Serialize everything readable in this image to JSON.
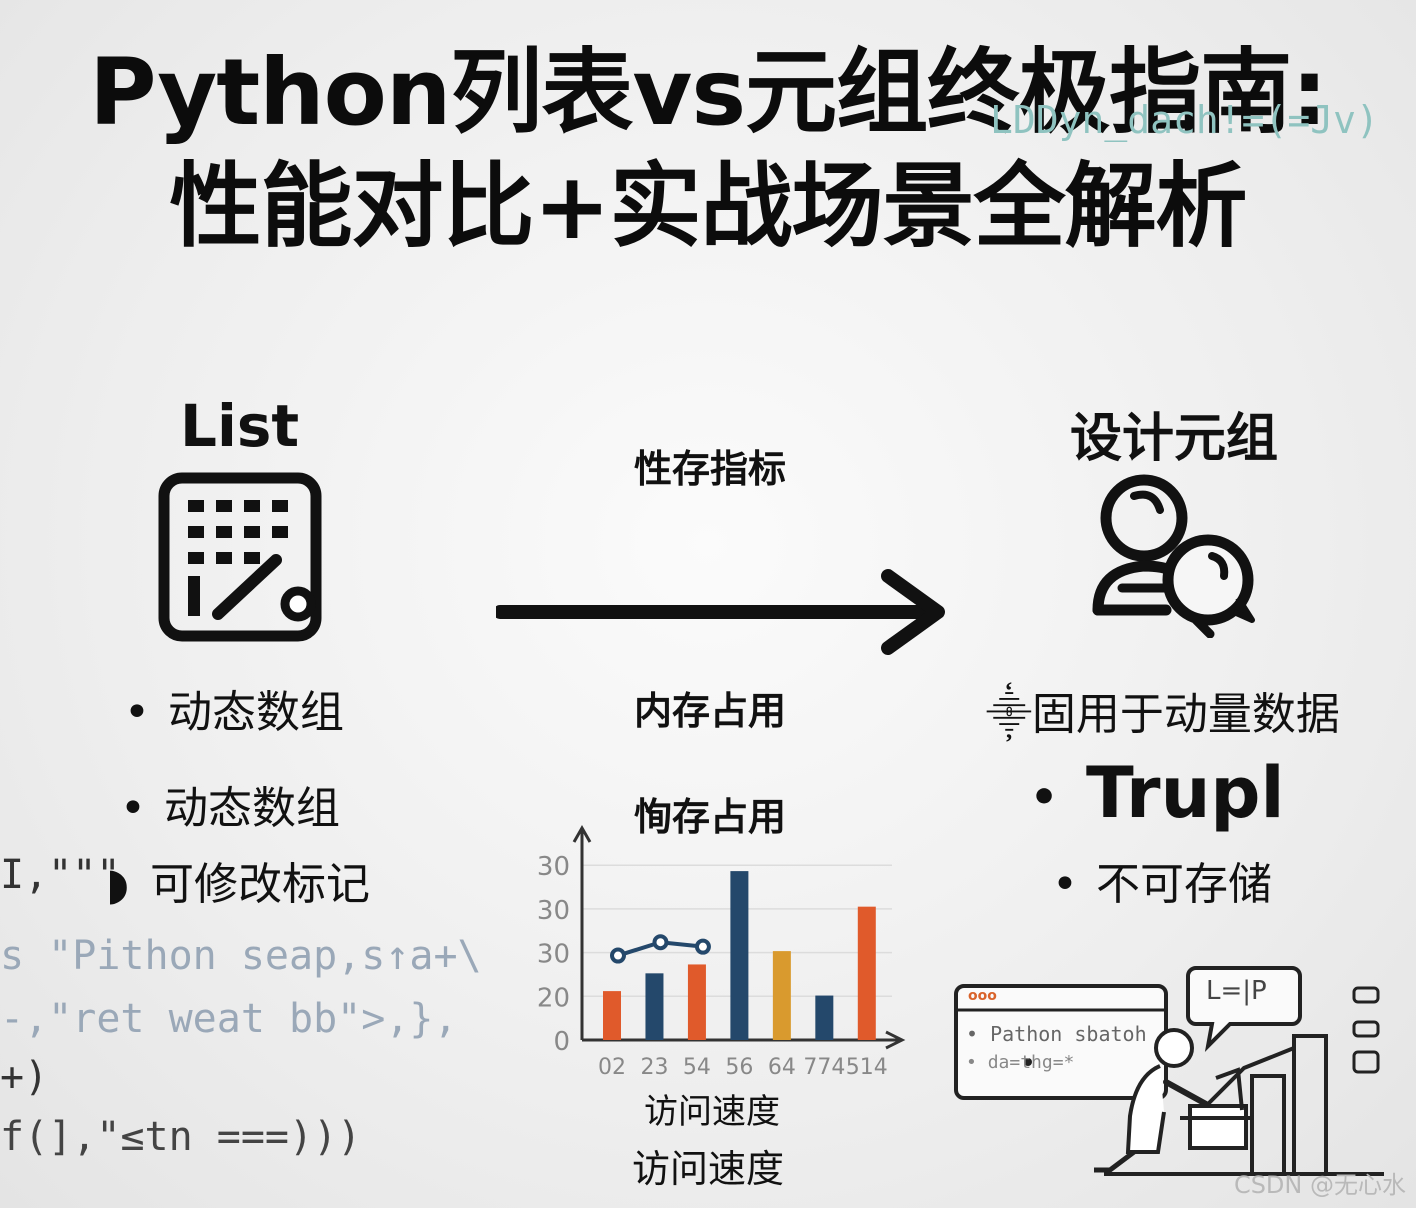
{
  "title": {
    "line1": "Python列表vs元组终极指南:",
    "line2": "性能对比+实战场景全解析"
  },
  "background_code": {
    "top_right": "LDDyn_dach!=(=Jv)",
    "lines": [
      "I,\"\"\"",
      "s \"Pithon seap,s↑a+\\",
      "-,\"ret weat bb\">,},",
      "+)",
      "f(],\"≤tn ===)))"
    ]
  },
  "left": {
    "heading": "List",
    "icon": "grid-table-pencil-icon",
    "bullets": [
      "动态数组",
      "动态数组",
      "可修改标记"
    ],
    "bullet_marks": [
      "•",
      "•",
      "◗"
    ]
  },
  "middle": {
    "label_top": "性存指标",
    "label_middle": "内存占用",
    "label_chart": "恂存占用",
    "xlabel_1": "访问速度",
    "xlabel_2": "访问速度"
  },
  "right": {
    "heading": "设计元组",
    "icon": "people-chat-icon",
    "line1": "固用于动量数据",
    "line2": "Trupl",
    "line3": "不可存储",
    "line1_mark": "⸎",
    "bullet_mark": "•",
    "illustration": {
      "window_title": "ooo",
      "window_line1": "Pathon sbatoh",
      "window_line2": "da=thg=*",
      "bubble": "L=|P"
    }
  },
  "watermark": "CSDN @无心水",
  "chart_data": {
    "type": "bar",
    "ytick_labels": [
      "0",
      "20",
      "30",
      "30",
      "30"
    ],
    "categories": [
      "02",
      "23",
      "54",
      "56",
      "64",
      "774",
      "514"
    ],
    "values": [
      11,
      15,
      17,
      38,
      20,
      10,
      30
    ],
    "colors": [
      "#e05a2b",
      "#24486b",
      "#e05a2b",
      "#24486b",
      "#d99a2e",
      "#24486b",
      "#e05a2b"
    ],
    "line_overlay": [
      [
        0,
        19
      ],
      [
        1,
        22
      ],
      [
        2,
        21
      ]
    ],
    "ylim": [
      0,
      45
    ]
  }
}
